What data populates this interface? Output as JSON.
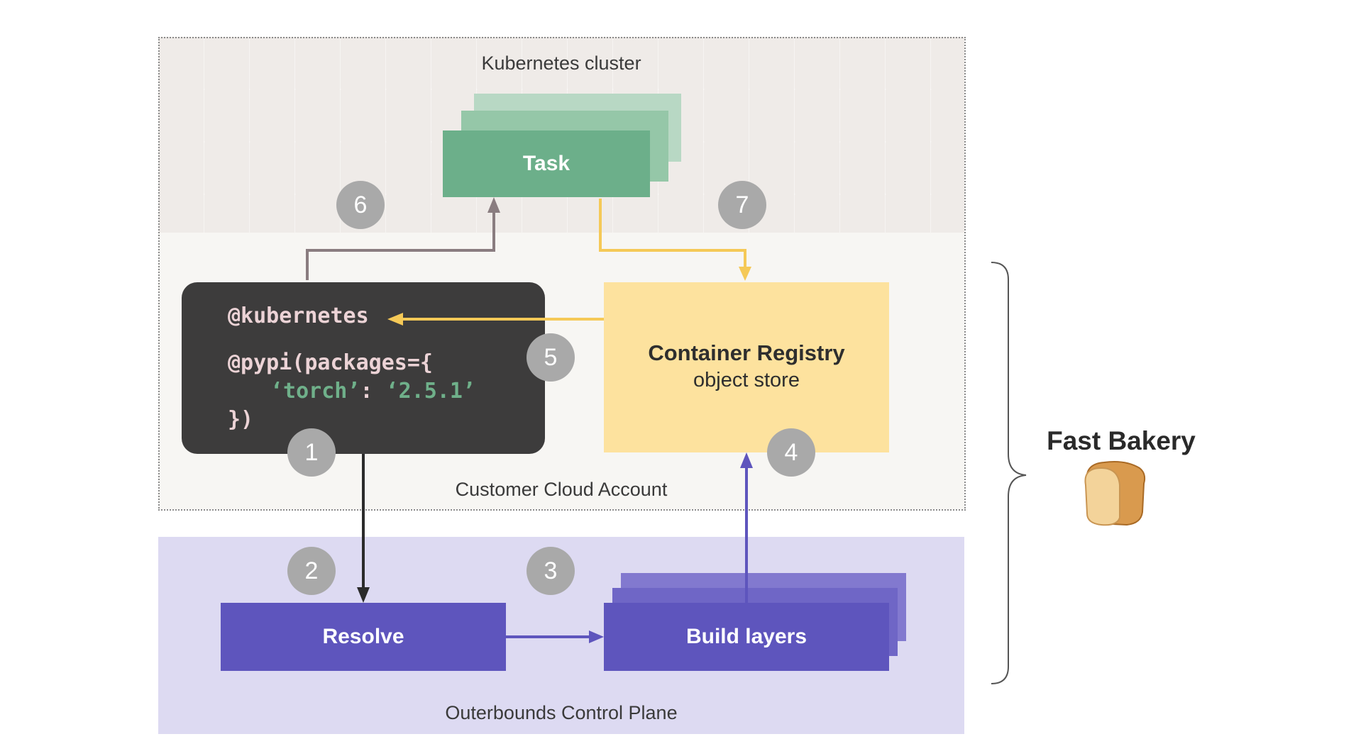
{
  "regions": {
    "kubernetes": "Kubernetes cluster",
    "customer": "Customer Cloud Account",
    "control_plane": "Outerbounds Control Plane"
  },
  "task": {
    "label": "Task"
  },
  "code": {
    "line1": "@kubernetes",
    "line2": "@pypi(packages={",
    "line3_key": "‘torch’",
    "line3_sep": ": ",
    "line3_val": "‘2.5.1’",
    "line4": "})"
  },
  "registry": {
    "title": "Container Registry",
    "subtitle": "object store"
  },
  "resolve": {
    "label": "Resolve"
  },
  "build": {
    "label": "Build layers"
  },
  "steps": {
    "s1": "1",
    "s2": "2",
    "s3": "3",
    "s4": "4",
    "s5": "5",
    "s6": "6",
    "s7": "7"
  },
  "fast_bakery": {
    "label": "Fast Bakery",
    "icon": "bread-icon"
  },
  "colors": {
    "task_green": "#6caf8a",
    "registry_yellow": "#fde29e",
    "purple": "#5e55bd",
    "arrow_yellow": "#f5c957",
    "arrow_mauve": "#8a7d80"
  }
}
